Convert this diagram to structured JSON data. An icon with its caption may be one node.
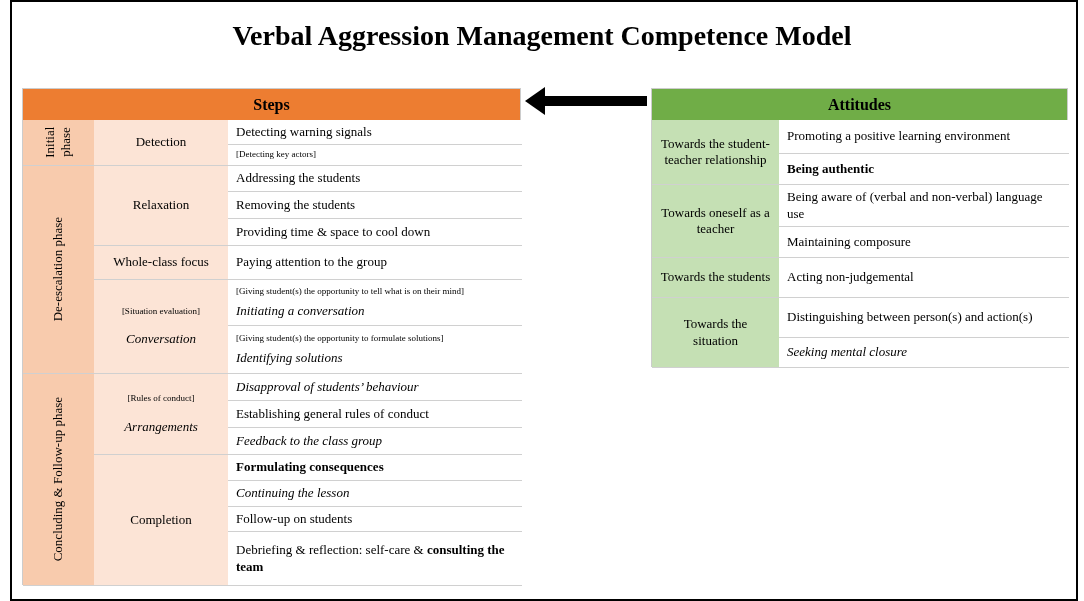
{
  "diagram": {
    "title": "Verbal Aggression Management Competence Model",
    "nodes": [
      {
        "text": [
          "Steps"
        ]
      },
      {
        "text": [
          "Attitudes"
        ]
      }
    ],
    "edges": [
      {
        "from": 1,
        "to": 0,
        "arrow": "to"
      }
    ],
    "labels": [
      "Initial phase",
      "Detection",
      "Detecting warning signals",
      "[Detecting key actors]",
      "De-escalation phase",
      "Relaxation",
      "Addressing the students",
      "Removing the students",
      "Providing time & space to cool down",
      "Whole-class focus",
      "Paying attention to the group",
      "[Situation evaluation]",
      "Conversation",
      "[Giving student(s) the opportunity to tell what is on their mind]",
      "Initiating a conversation",
      "[Giving student(s) the opportunity to formulate solutions]",
      "Identifying solutions",
      "Concluding & Follow-up phase",
      "[Rules of conduct]",
      "Arrangements",
      "Disapproval of students’ behaviour",
      "Establishing general rules of conduct",
      "Feedback to the class group",
      "Completion",
      "Formulating consequences",
      "Continuing the lesson",
      "Follow-up on students",
      "Debriefing & reflection: self-care & **consulting the team**",
      "Towards the student-teacher relationship",
      "Promoting a positive learning environment",
      "Being authentic",
      "Towards oneself as a teacher",
      "Being aware of (verbal and non-verbal) language use",
      "Maintaining composure",
      "Towards the students",
      "Acting non-judgemental",
      "Towards the situation",
      "Distinguishing between person(s) and action(s)",
      "Seeking mental closure"
    ]
  }
}
